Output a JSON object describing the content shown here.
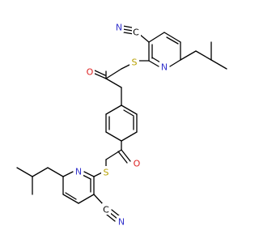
{
  "colors": {
    "bond": "#000000",
    "nitrogen": "#3333cc",
    "sulfur": "#b8a000",
    "oxygen": "#dd2222",
    "carbon": "#000000"
  },
  "atoms": {
    "n_nitrile_top": "N",
    "c_nitrile_top": "C",
    "s_top": "S",
    "n_ring_top": "N",
    "o_top": "O",
    "o_bottom": "O",
    "s_bottom": "S",
    "n_ring_bottom": "N",
    "c_nitrile_bottom": "C",
    "n_nitrile_bottom": "N"
  }
}
